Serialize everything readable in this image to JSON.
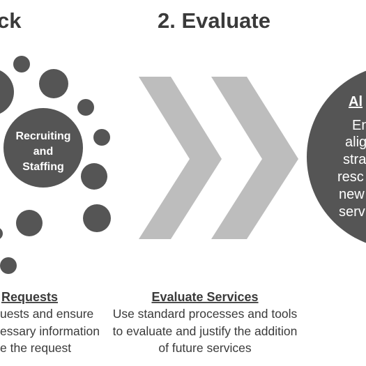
{
  "headings": {
    "step1_fragment": "ck",
    "step2": "2. Evaluate"
  },
  "bubble": {
    "label_lines": [
      "Recruiting",
      "and",
      "Staffing"
    ]
  },
  "align_circle": {
    "title_fragment": "Al",
    "body_fragments": [
      "En",
      "alig",
      "stra",
      "resc",
      "new",
      "servi"
    ]
  },
  "left_section": {
    "title_fragment": "Requests",
    "body_fragments": [
      "uests and ensure",
      "essary information",
      "e the request"
    ]
  },
  "middle_section": {
    "title": "Evaluate Services",
    "body_lines": [
      "Use standard processes and tools",
      "to evaluate and justify the addition",
      "of future services"
    ]
  },
  "colors": {
    "dark_gray": "#555555",
    "chevron_gray": "#bdbdbd",
    "text_gray": "#3a3a3a",
    "background": "#ffffff"
  }
}
